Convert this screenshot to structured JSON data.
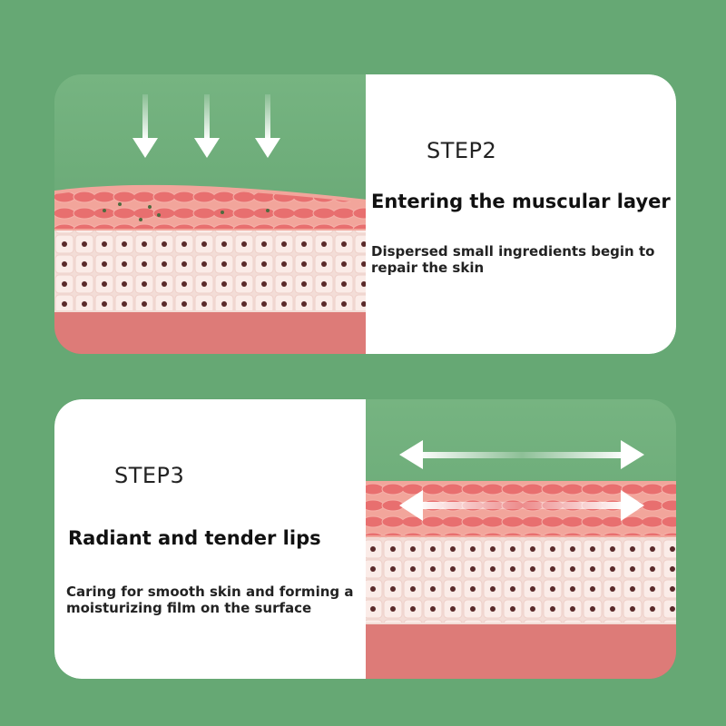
{
  "colors": {
    "background": "#66a874",
    "panel": "#ffffff",
    "muscle": "#e06a6a",
    "tissue": "#f3cfc7",
    "base": "#dd7b78"
  },
  "step2": {
    "step_label": "STEP2",
    "heading": "Entering the muscular layer",
    "description": "Dispersed small ingredients begin to repair the skin",
    "arrow_direction": "down"
  },
  "step3": {
    "step_label": "STEP3",
    "heading": "Radiant and tender lips",
    "description": "Caring for smooth skin and forming a moisturizing film on the surface",
    "arrow_direction": "horizontal"
  }
}
